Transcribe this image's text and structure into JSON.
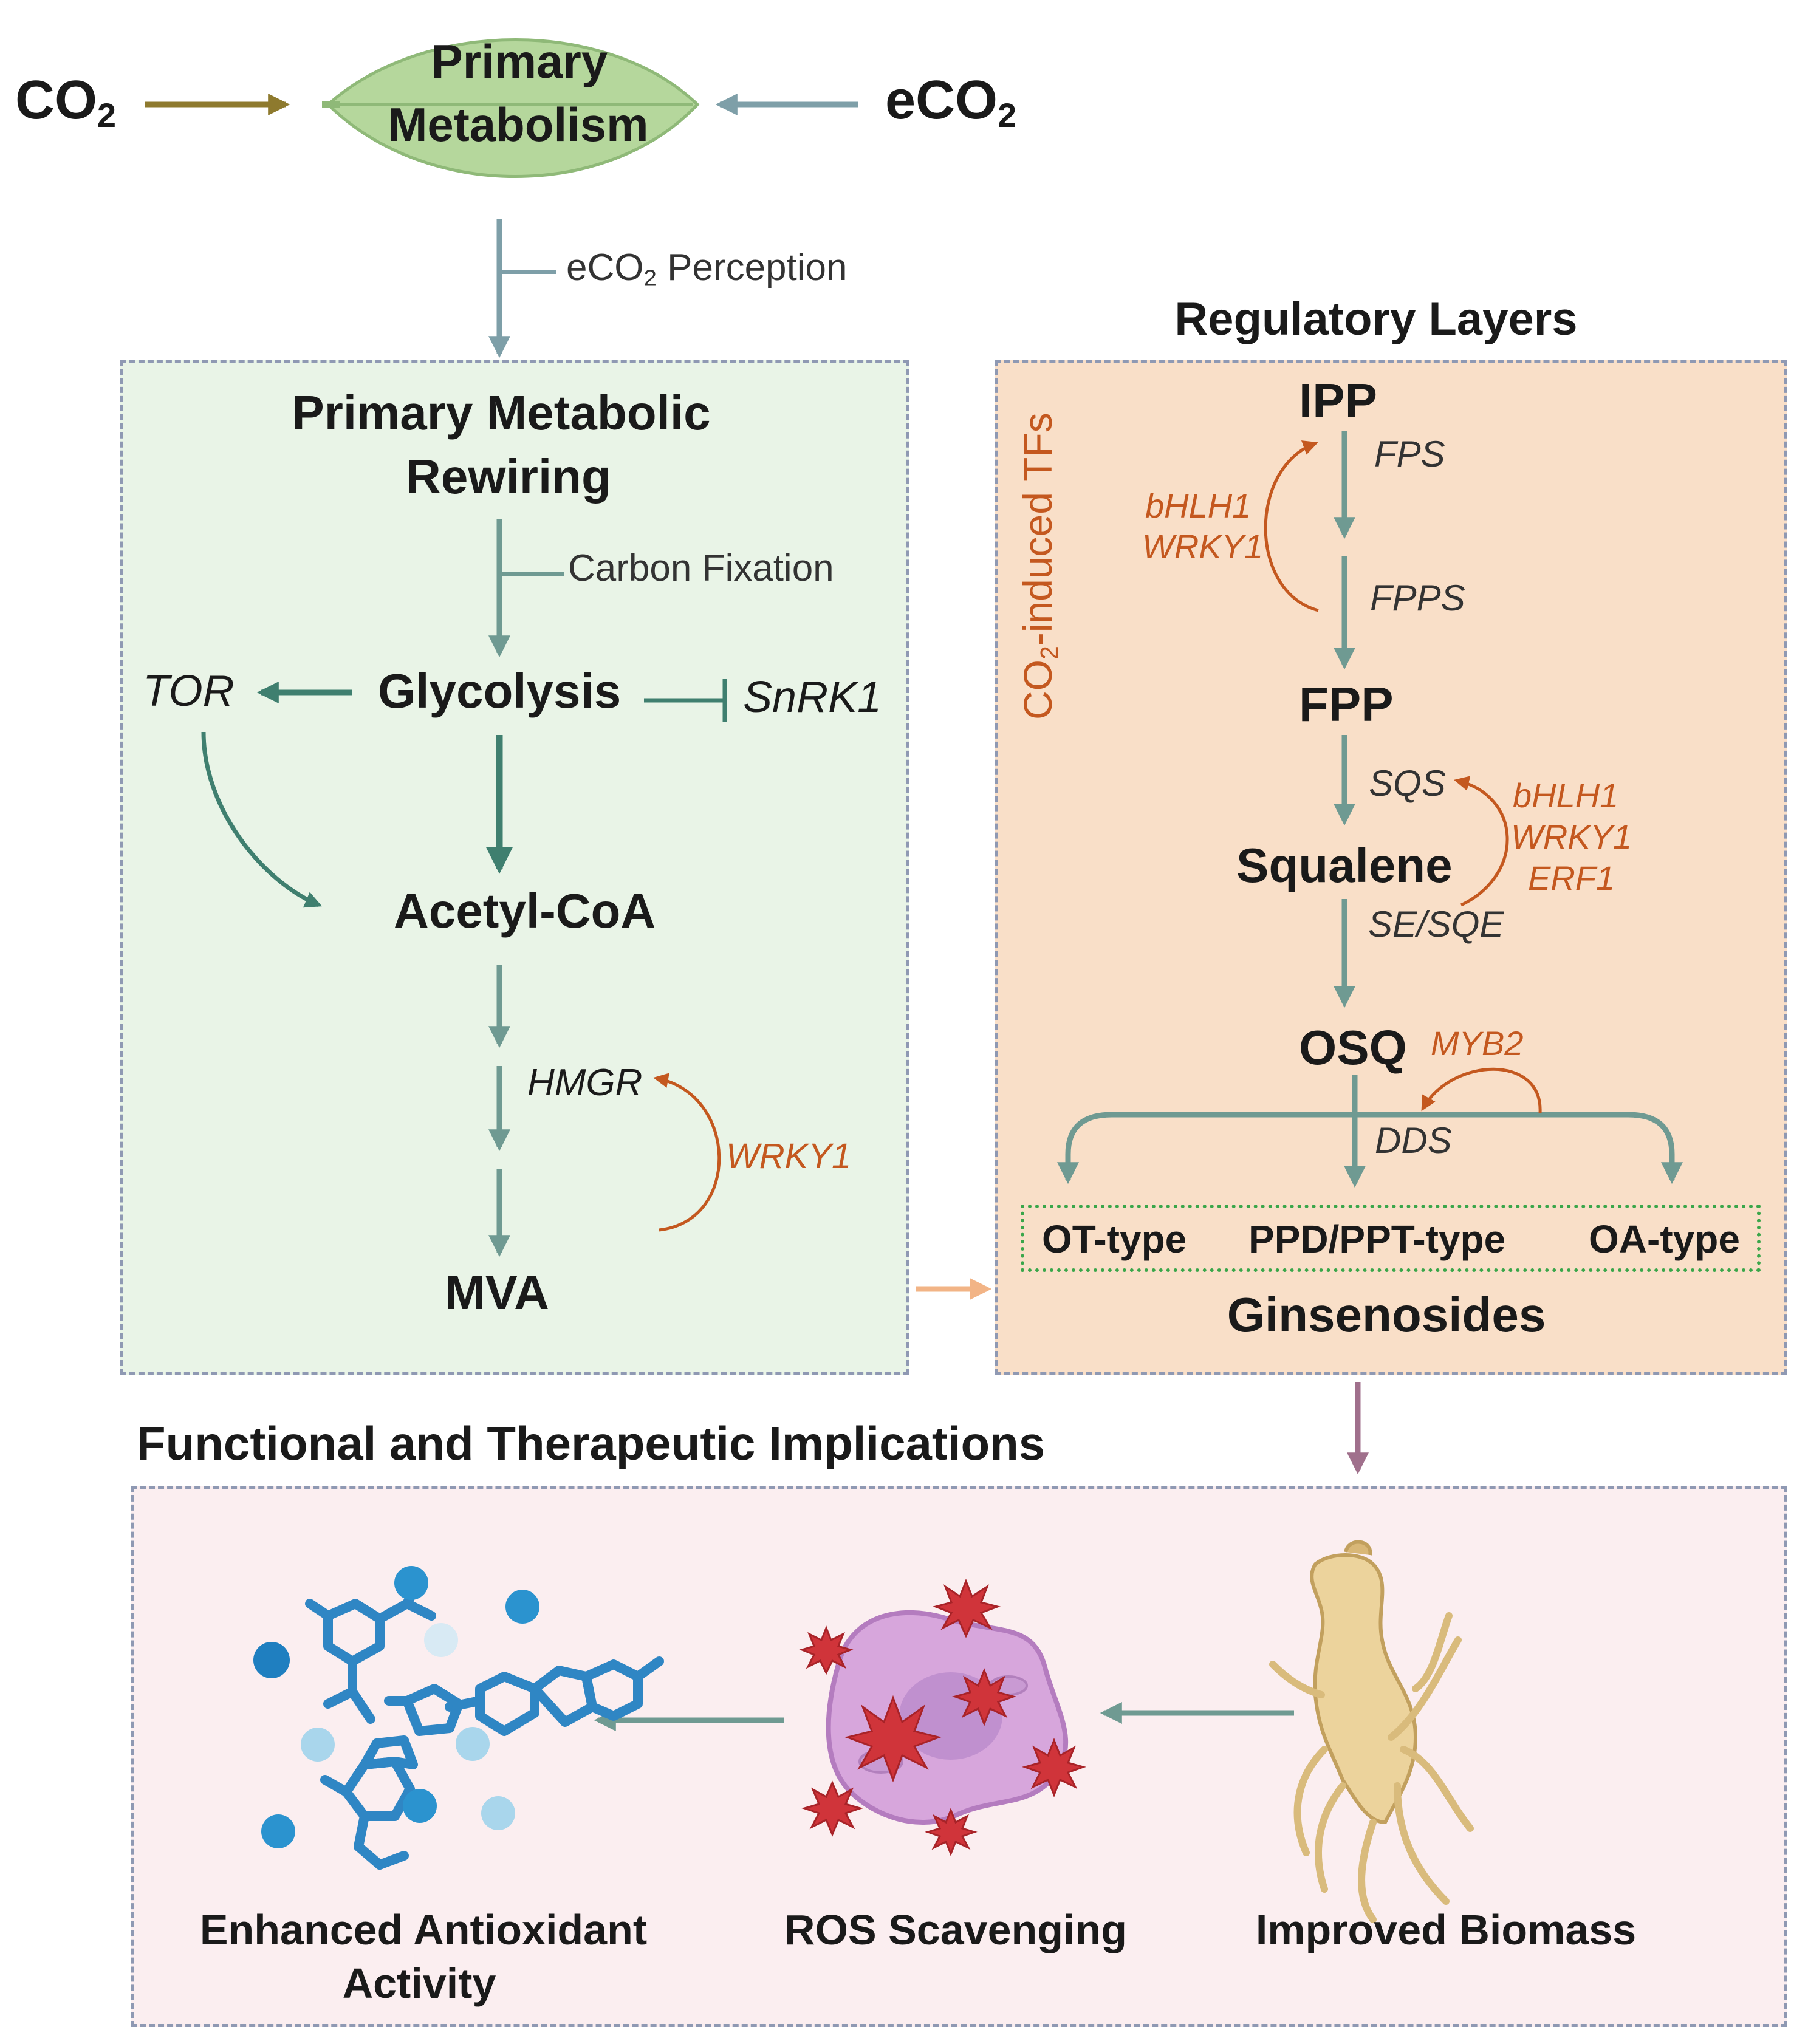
{
  "header": {
    "co2_main": "CO",
    "co2_sub": "2",
    "eco2_main": "eCO",
    "eco2_sub": "2",
    "leaf_line1": "Primary",
    "leaf_line2": "Metabolism",
    "perception_main": "eCO",
    "perception_sub": "2",
    "perception_rest": " Perception"
  },
  "left_panel": {
    "title_line1": "Primary Metabolic",
    "title_line2": "Rewiring",
    "carbon_fixation": "Carbon Fixation",
    "glycolysis": "Glycolysis",
    "tor": "TOR",
    "snrk1": "SnRK1",
    "acetyl_coa": "Acetyl-CoA",
    "hmgr": "HMGR",
    "wrky1": "WRKY1",
    "mva": "MVA"
  },
  "right_panel": {
    "heading": "Regulatory Layers",
    "side_label_main": "CO",
    "side_label_sub": "2",
    "side_label_rest": "-induced TFs",
    "ipp": "IPP",
    "fps": "FPS",
    "fpps": "FPPS",
    "tf_group1": [
      "bHLH1",
      "WRKY1"
    ],
    "fpp": "FPP",
    "sqs": "SQS",
    "tf_group2": [
      "bHLH1",
      "WRKY1",
      "ERF1"
    ],
    "squalene": "Squalene",
    "se_sqe": "SE/SQE",
    "osq": "OSQ",
    "myb2": "MYB2",
    "dds": "DDS",
    "types": [
      "OT-type",
      "PPD/PPT-type",
      "OA-type"
    ],
    "ginsenosides": "Ginsenosides"
  },
  "bottom_panel": {
    "heading": "Functional and Therapeutic Implications",
    "antioxidant_line1": "Enhanced Antioxidant",
    "antioxidant_line2": "Activity",
    "ros": "ROS Scavenging",
    "biomass": "Improved Biomass"
  },
  "colors": {
    "arrow_teal": "#6f9a92",
    "arrow_dark_teal": "#3f7f6f",
    "arrow_steel": "#7e9fa8",
    "arrow_olive": "#8e7a2e",
    "regulator_orange": "#c4581f",
    "arrow_peach": "#f2b486",
    "arrow_mauve": "#a0708c",
    "panel_green": "#e9f4e7",
    "panel_orange": "#f9dfc8",
    "panel_pink": "#fbeef0",
    "dashed_border": "#8f99b3",
    "type_box_border": "#3aa64a",
    "leaf_fill": "#b5d79c"
  }
}
